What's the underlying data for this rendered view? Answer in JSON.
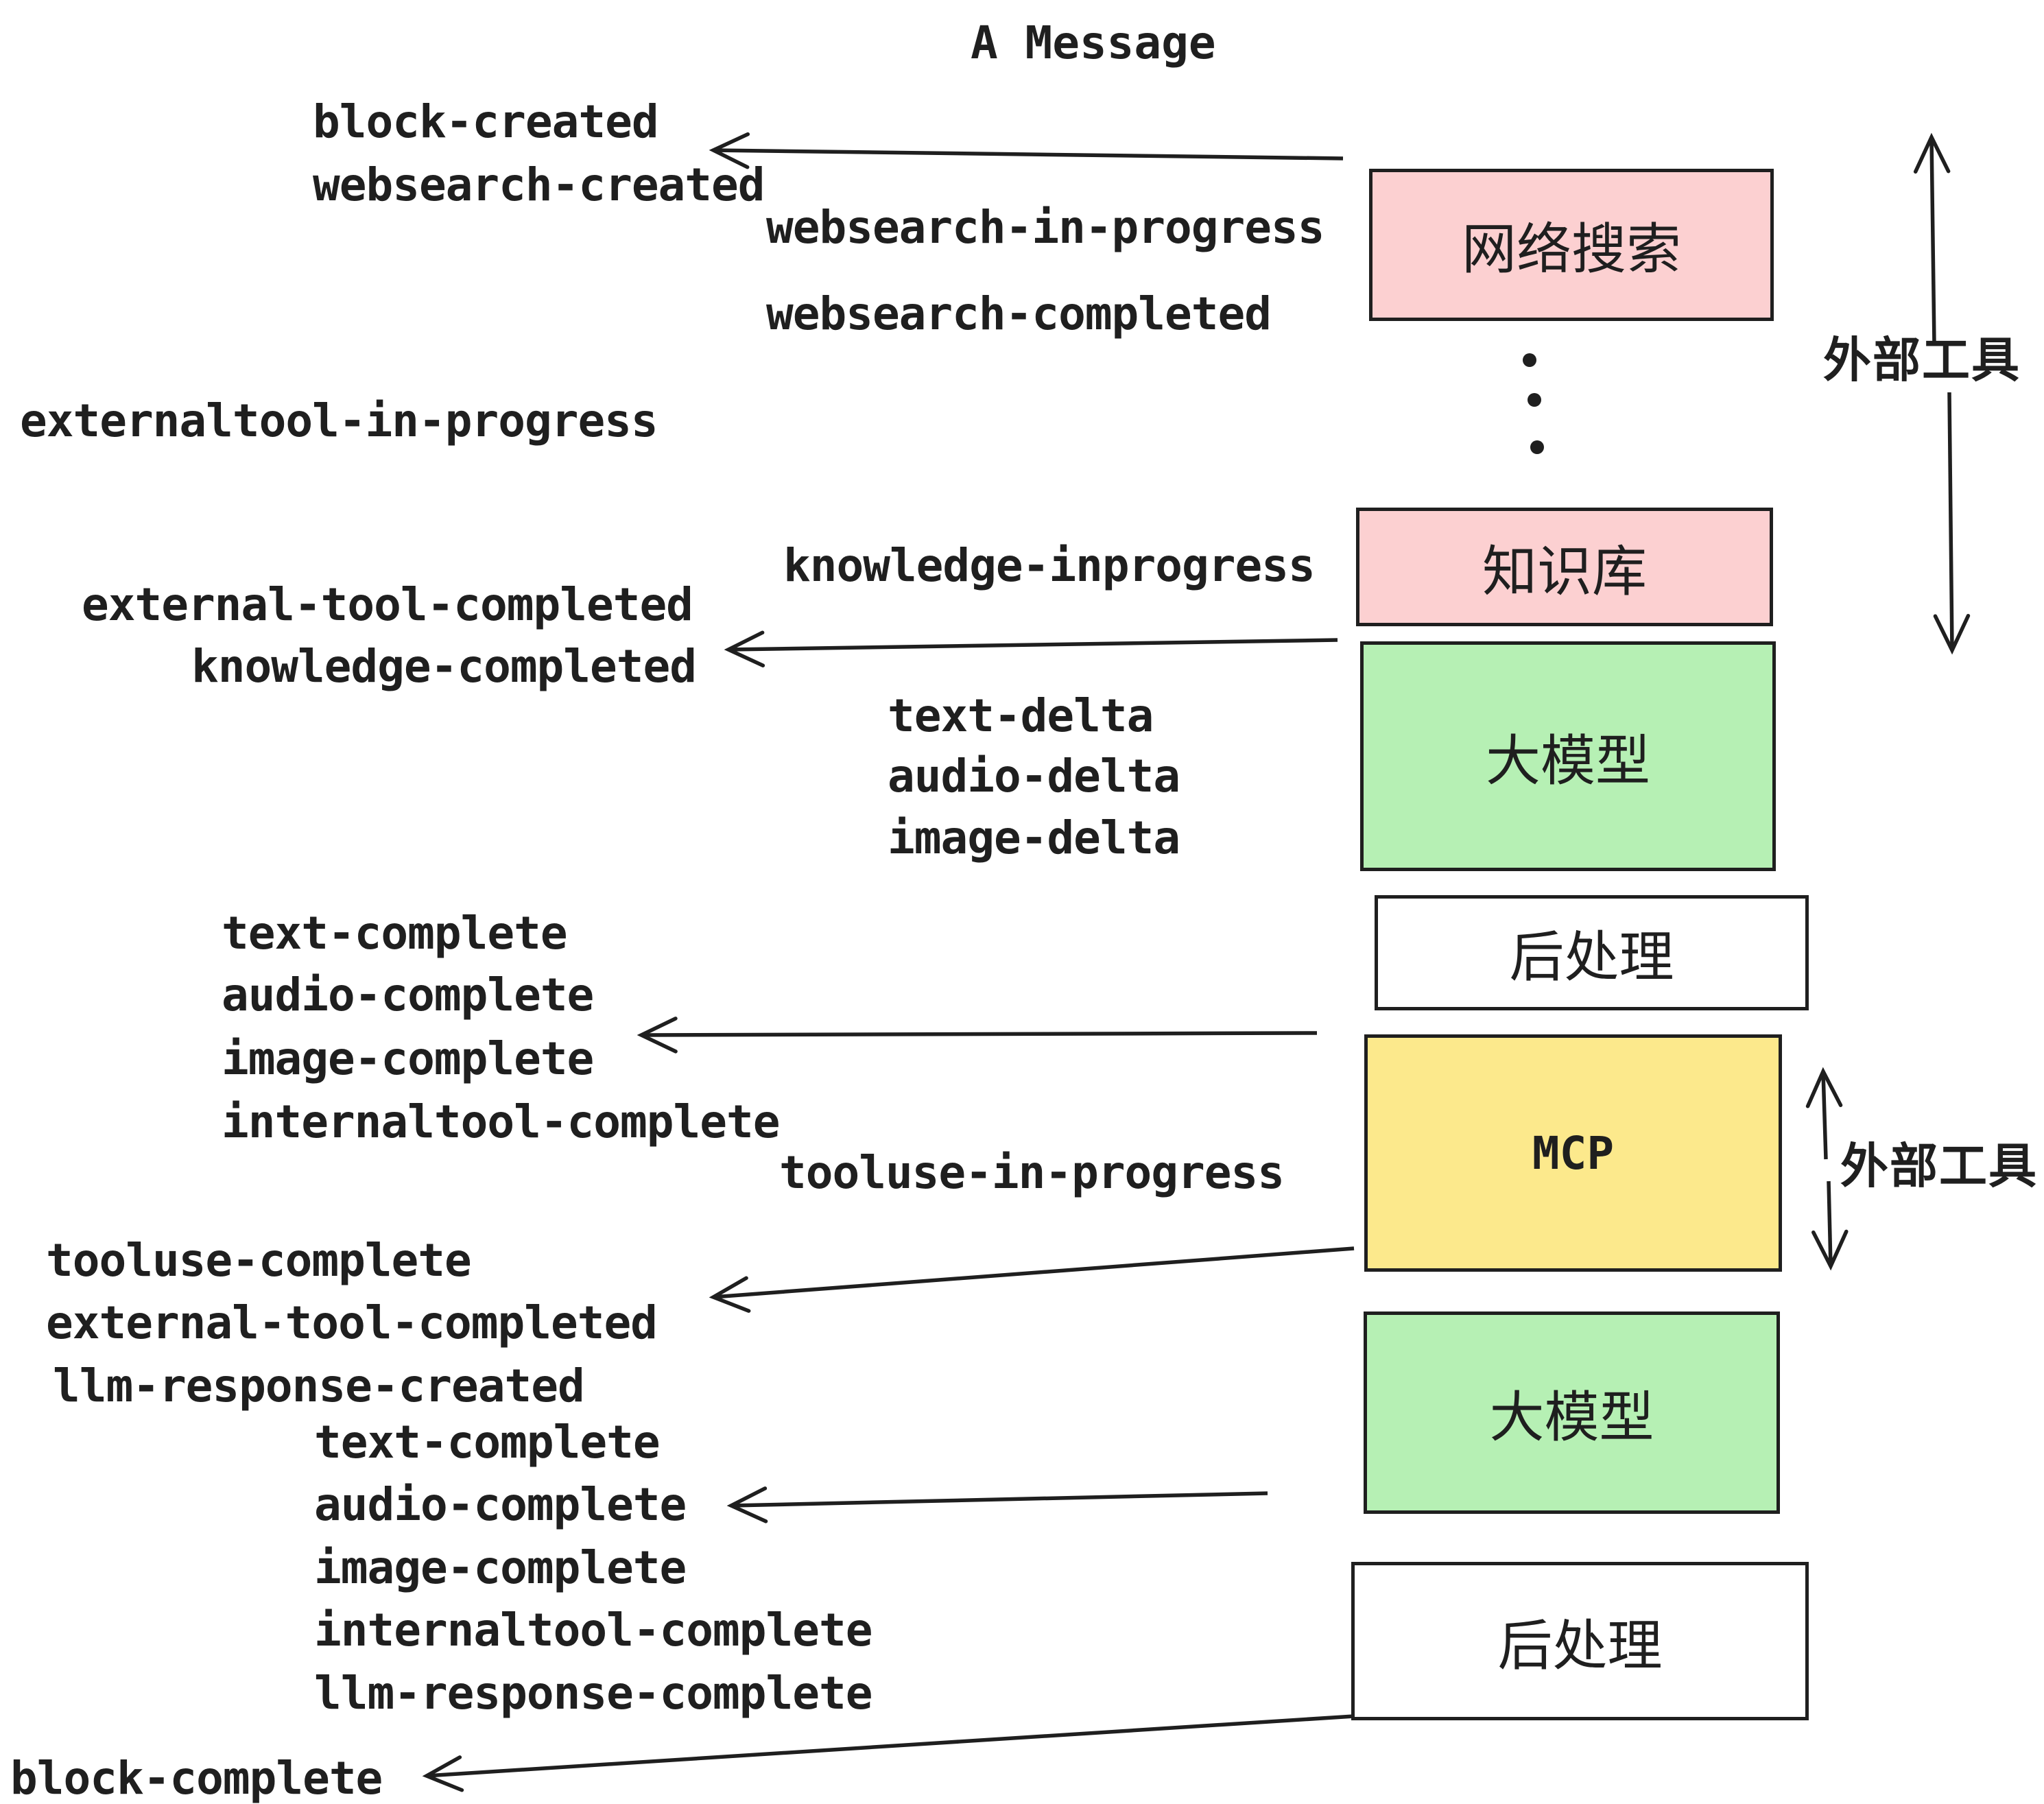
{
  "title": "A Message",
  "events": [
    {
      "id": "block-created",
      "label": "block-created"
    },
    {
      "id": "websearch-created",
      "label": "websearch-created"
    },
    {
      "id": "websearch-in-progress",
      "label": "websearch-in-progress"
    },
    {
      "id": "websearch-completed",
      "label": "websearch-completed"
    },
    {
      "id": "externaltool-in-progress",
      "label": "externaltool-in-progress"
    },
    {
      "id": "knowledge-inprogress",
      "label": "knowledge-inprogress"
    },
    {
      "id": "external-tool-completed",
      "label": "external-tool-completed"
    },
    {
      "id": "knowledge-completed",
      "label": "knowledge-completed"
    },
    {
      "id": "text-delta",
      "label": "text-delta"
    },
    {
      "id": "audio-delta",
      "label": "audio-delta"
    },
    {
      "id": "image-delta",
      "label": "image-delta"
    },
    {
      "id": "text-complete",
      "label": "text-complete"
    },
    {
      "id": "audio-complete",
      "label": "audio-complete"
    },
    {
      "id": "image-complete",
      "label": "image-complete"
    },
    {
      "id": "internaltool-complete",
      "label": "internaltool-complete"
    },
    {
      "id": "tooluse-in-progress",
      "label": "tooluse-in-progress"
    },
    {
      "id": "tooluse-complete",
      "label": "tooluse-complete"
    },
    {
      "id": "external-tool-completed-2",
      "label": "external-tool-completed"
    },
    {
      "id": "llm-response-created",
      "label": "llm-response-created"
    },
    {
      "id": "text-complete-2",
      "label": "text-complete"
    },
    {
      "id": "audio-complete-2",
      "label": "audio-complete"
    },
    {
      "id": "image-complete-2",
      "label": "image-complete"
    },
    {
      "id": "internaltool-complete-2",
      "label": "internaltool-complete"
    },
    {
      "id": "llm-response-complete",
      "label": "llm-response-complete"
    },
    {
      "id": "block-complete",
      "label": "block-complete"
    }
  ],
  "boxes": [
    {
      "id": "websearch",
      "label": "网络搜索",
      "fill": "pink"
    },
    {
      "id": "knowledge",
      "label": "知识库",
      "fill": "pink"
    },
    {
      "id": "llm-1",
      "label": "大模型",
      "fill": "green"
    },
    {
      "id": "post-1",
      "label": "后处理",
      "fill": "white"
    },
    {
      "id": "mcp",
      "label": "MCP",
      "fill": "yellow"
    },
    {
      "id": "llm-2",
      "label": "大模型",
      "fill": "green"
    },
    {
      "id": "post-2",
      "label": "后处理",
      "fill": "white"
    }
  ],
  "side_labels": [
    {
      "id": "external-tools-top",
      "label": "外部工具"
    },
    {
      "id": "external-tools-bottom",
      "label": "外部工具"
    }
  ],
  "colors": {
    "pink": "#fcd0d1",
    "green": "#b6f0b4",
    "yellow": "#fce98c",
    "white": "#ffffff",
    "ink": "#1f1f1f"
  }
}
